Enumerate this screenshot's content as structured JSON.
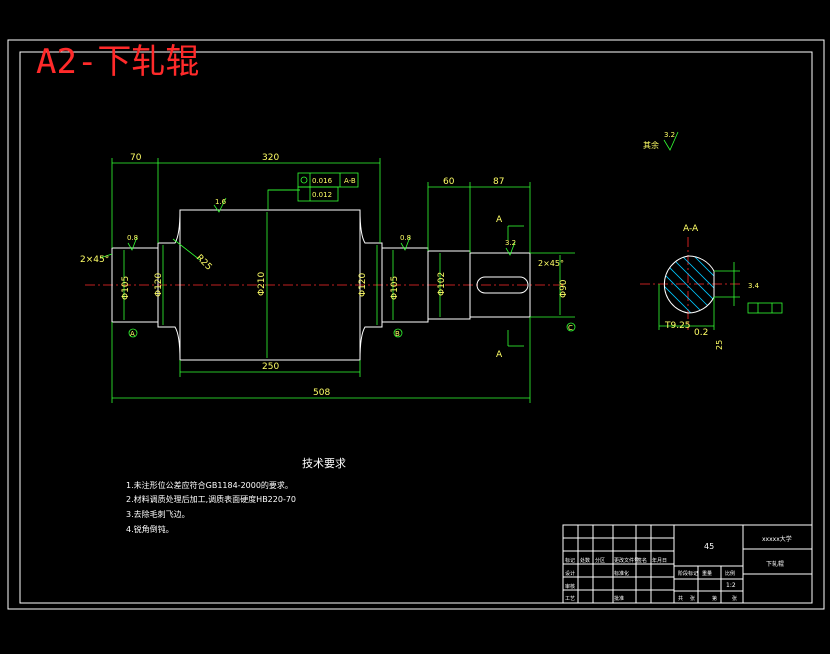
{
  "title": "A2-下轧辊",
  "surface_finish_note": {
    "label": "其余",
    "value": "3.2"
  },
  "dimensions": {
    "d70": "70",
    "d320": "320",
    "d60": "60",
    "d87": "87",
    "d250": "250",
    "d508": "508",
    "dia210": "Φ210",
    "dia120_l": "Φ120",
    "dia120_r": "Φ120",
    "dia105_l": "Φ105",
    "dia105_r": "Φ105",
    "dia102": "Φ102",
    "dia90": "Φ90",
    "r25": "R25",
    "chamfer_l": "2×45°",
    "chamfer_r": "2×45°",
    "key_width": "T9.25",
    "key_depth": "0.2",
    "sec_dim": "3.4",
    "sec_dim2": "25"
  },
  "tolerances": {
    "runout_value": "0.016",
    "runout_datum": "A-B",
    "flat_value": "0.012"
  },
  "roughness": {
    "r1": "1.6",
    "r2": "0.8",
    "r3": "0.8",
    "r4": "3.2",
    "r5": "3.2"
  },
  "datums": {
    "a": "A",
    "b": "B",
    "c": "C"
  },
  "section": {
    "label": "A-A",
    "cut_mark": "A"
  },
  "technical_requirements": {
    "heading": "技术要求",
    "items": [
      "1.未注形位公差应符合GB1184-2000的要求。",
      "2.材料调质处理后加工,调质表面硬度HB220-70",
      "3.去除毛刺飞边。",
      "4.锐角倒钝。"
    ]
  },
  "title_block": {
    "material": "45",
    "school": "xxxxx大学",
    "part_name": "下轧辊",
    "scale": "1:2",
    "labels": [
      "标记",
      "处数",
      "分区",
      "更改文件号",
      "签名",
      "年月日",
      "设计",
      "标准化",
      "审核",
      "工艺",
      "批准",
      "阶段标记",
      "重量",
      "比例",
      "共",
      "张",
      "第",
      "张"
    ]
  },
  "colors": {
    "part": "#ffffff",
    "dimension": "#33ff33",
    "centerline": "#ff2a2a",
    "text": "#ffff66",
    "hatch": "#00c8ff"
  }
}
